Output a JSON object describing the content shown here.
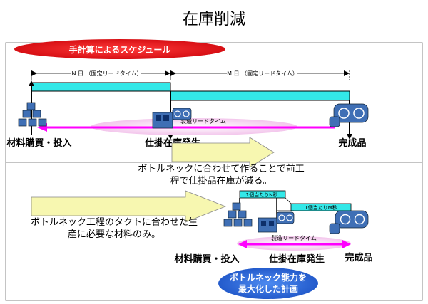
{
  "title": "在庫削減",
  "top": {
    "banner": "手計算によるスケジュール",
    "n_label": "N 日 （固定リードタイム）",
    "m_label": "M 日 （固定リードタイム）",
    "lead_label": "製造リードタイム",
    "materials_label": "材料購買・投入",
    "wip_label": "仕掛在庫発生",
    "finished_label": "完成品"
  },
  "middle": {
    "note_line1": "ボトルネックに合わせて作ることで前工",
    "note_line2": "程で仕掛品在庫が減る。"
  },
  "bottom": {
    "note_line1": "ボトルネック工程のタクトに合わせた生",
    "note_line2": "産に必要な材料のみ。",
    "bar1_label": "1個当たりN秒",
    "bar2_label": "1個当たりM秒",
    "lead_label": "製造リードタイム",
    "materials_label": "材料購買・投入",
    "wip_label": "仕掛在庫発生",
    "finished_label": "完成品",
    "banner_line1": "ボトルネック能力を",
    "banner_line2": "最大化した計画"
  },
  "colors": {
    "banner_red": "#e8141b",
    "banner_blue": "#2f6fe0",
    "bar_cyan": "#33e8e8",
    "magenta": "#ff00ff",
    "pale_magenta": "#f7d4ef",
    "arrow_yellow": "#f7f7b0",
    "box_blue": "#3f6fb5"
  }
}
